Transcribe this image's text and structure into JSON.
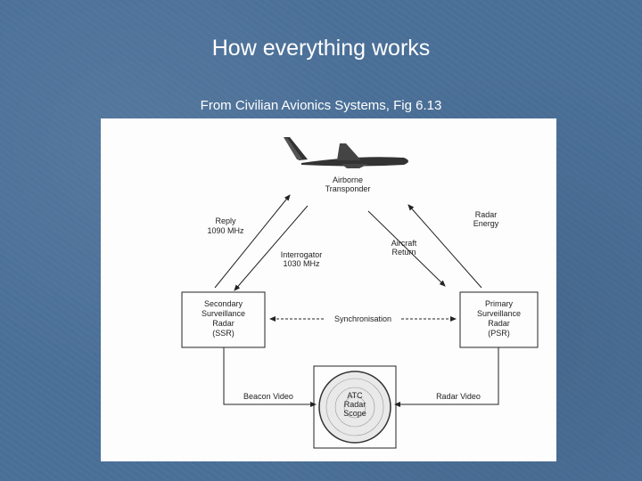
{
  "slide": {
    "title": "How everything works",
    "subtitle": "From Civilian Avionics Systems, Fig 6.13"
  },
  "diagram": {
    "aircraft_label": "Airborne\nTransponder",
    "reply_label": "Reply",
    "reply_freq": "1090 MHz",
    "interrogator_label": "Interrogator\n1030 MHz",
    "aircraft_return_label": "Aircraft\nReturn",
    "radar_energy_label": "Radar\nEnergy",
    "ssr_label": "Secondary\nSurveillance\nRadar\n(SSR)",
    "psr_label": "Primary\nSurveillance\nRadar\n(PSR)",
    "sync_label": "Synchronisation",
    "beacon_video_label": "Beacon Video",
    "radar_video_label": "Radar Video",
    "scope_label": "ATC\nRadar\nScope"
  },
  "colors": {
    "background": "#4a6f97",
    "figure_bg": "#fdfdfd",
    "ink": "#222222"
  }
}
